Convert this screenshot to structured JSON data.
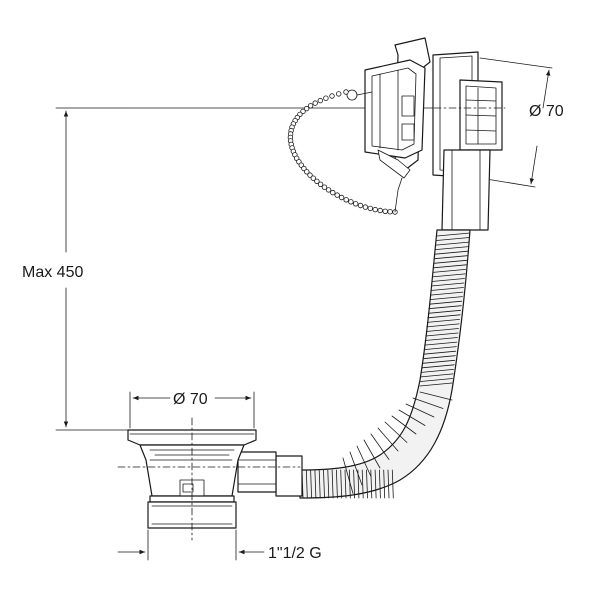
{
  "dimensions": {
    "height_label": "Max 450",
    "overflow_diameter_label": "Ø 70",
    "waste_diameter_label": "Ø 70",
    "thread_label": "1\"1/2 G"
  }
}
